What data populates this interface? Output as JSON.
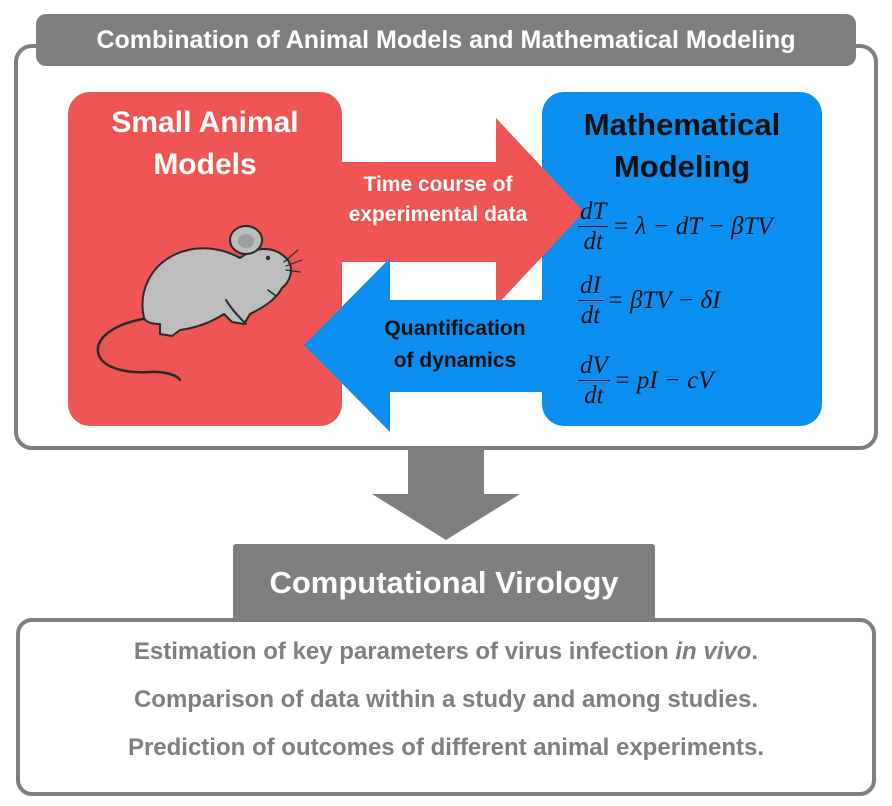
{
  "header": {
    "title": "Combination of Animal Models and Mathematical Modeling"
  },
  "animal_box": {
    "title_line1": "Small Animal",
    "title_line2": "Models",
    "color": "#f05555",
    "icon": "mouse-icon"
  },
  "math_box": {
    "title_line1": "Mathematical",
    "title_line2": "Modeling",
    "color": "#0a8ff0"
  },
  "arrow_right": {
    "label_line1": "Time course of",
    "label_line2": "experimental data",
    "color": "#f05555"
  },
  "arrow_left": {
    "label_line1": "Quantification",
    "label_line2": "of dynamics",
    "color": "#0a8ff0"
  },
  "equations": [
    {
      "num": "dT",
      "den": "dt",
      "rhs": "= λ − dT − βTV"
    },
    {
      "num": "dI",
      "den": "dt",
      "rhs": "= βTV − δI"
    },
    {
      "num": "dV",
      "den": "dt",
      "rhs": "= pI − cV"
    }
  ],
  "down_arrow": {
    "icon": "down-arrow-icon",
    "color": "#7f7f7f"
  },
  "result": {
    "title": "Computational Virology",
    "line1_prefix": "Estimation of key parameters of virus infection ",
    "line1_italic": "in vivo",
    "line1_suffix": ".",
    "line2": "Comparison of data within a study and among studies.",
    "line3": "Prediction of outcomes of different animal experiments."
  }
}
